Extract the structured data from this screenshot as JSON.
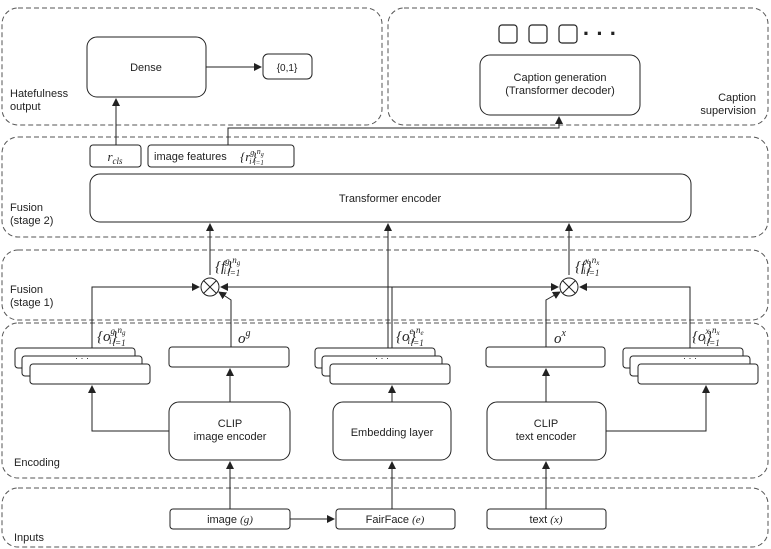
{
  "groups": {
    "hatefulness": "Hatefulness\noutput",
    "caption": "Caption\nsupervision",
    "fusion2": "Fusion\n(stage 2)",
    "fusion1": "Fusion\n(stage 1)",
    "encoding": "Encoding",
    "inputs": "Inputs"
  },
  "blocks": {
    "dense": "Dense",
    "output_set": "{0,1}",
    "caption_gen": "Caption generation\n(Transformer decoder)",
    "r_cls": "r_cls",
    "image_features_text": "image features",
    "image_features_math": "{r_i^g}_{i=1}^{n_g}",
    "transformer_encoder": "Transformer encoder",
    "clip_image": "CLIP\nimage encoder",
    "embedding": "Embedding layer",
    "clip_text": "CLIP\ntext encoder",
    "in_image_text": "image",
    "in_image_var": "(g)",
    "in_fairface_text": "FairFace",
    "in_fairface_var": "(e)",
    "in_text_text": "text",
    "in_text_var": "(x)",
    "stack_ellipsis": "· · ·",
    "caption_ellipsis": "· · ·"
  },
  "math": {
    "f_g": "{f_i^g}_{i=1}^{n_g}",
    "f_x": "{f_i^x}_{i=1}^{n_x}",
    "o_g_set": "{o_i^g}_{i=1}^{n_g}",
    "o_g": "o^g",
    "o_e_set": "{o_i^e}_{i=1}^{n_e}",
    "o_x": "o^x",
    "o_x_set": "{o_i^x}_{i=1}^{n_x}"
  }
}
